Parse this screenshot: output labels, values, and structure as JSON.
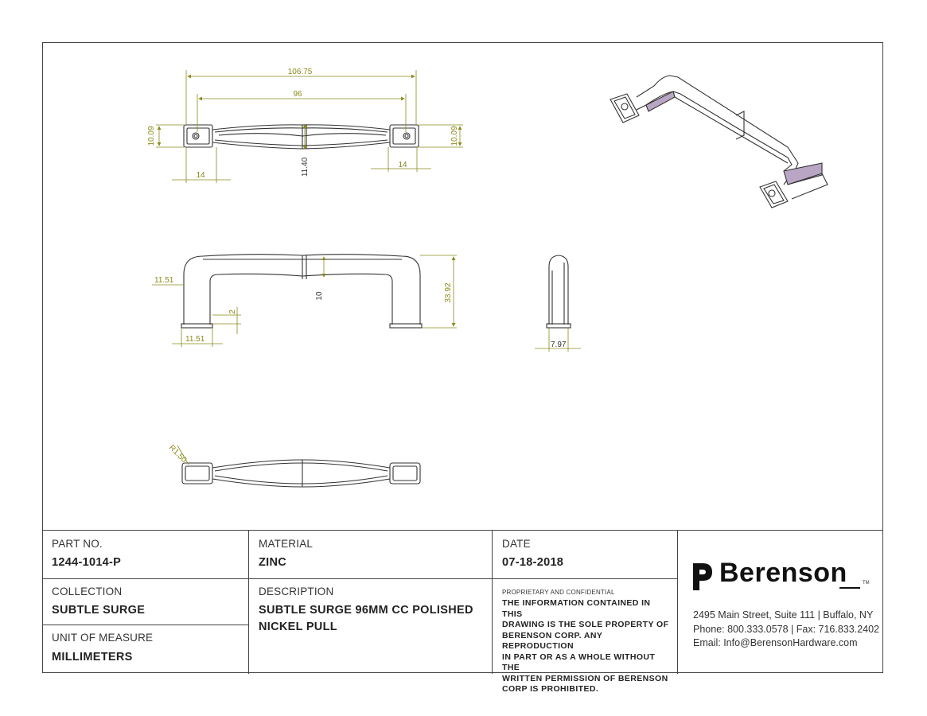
{
  "dimensions": {
    "top_overall_length": "106.75",
    "top_center_to_center": "96",
    "top_left_height": "10.09",
    "top_right_height": "10.09",
    "top_left_offset": "14",
    "top_right_offset": "14",
    "top_mid_width": "11.40",
    "front_foot_height": "11.51",
    "front_foot_width": "11.51",
    "front_step": "2",
    "front_mid": "10",
    "front_overall_height": "33.92",
    "side_width": "7.97",
    "bottom_radius": "R1.50"
  },
  "title_block": {
    "part_no": {
      "label": "PART NO.",
      "value": "1244-1014-P"
    },
    "collection": {
      "label": "COLLECTION",
      "value": "SUBTLE SURGE"
    },
    "unit_of_measure": {
      "label": "UNIT OF MEASURE",
      "value": "MILLIMETERS"
    },
    "material": {
      "label": "MATERIAL",
      "value": "ZINC"
    },
    "description": {
      "label": "DESCRIPTION",
      "line1": "SUBTLE SURGE 96MM CC POLISHED",
      "line2": "NICKEL PULL"
    },
    "date": {
      "label": "DATE",
      "value": "07-18-2018"
    },
    "confidential": {
      "heading": "PROPRIETARY AND CONFIDENTIAL",
      "lines": [
        "THE INFORMATION CONTAINED IN THIS",
        "DRAWING IS THE SOLE PROPERTY OF",
        "BERENSON CORP. ANY REPRODUCTION",
        "IN PART OR AS A WHOLE WITHOUT THE",
        "WRITTEN PERMISSION OF BERENSON",
        "CORP IS PROHIBITED."
      ]
    },
    "company": {
      "name": "Berenson",
      "trademark": "TM",
      "address": "2495 Main Street, Suite 111 | Buffalo, NY",
      "phone_fax": "Phone: 800.333.0578 | Fax: 716.833.2402",
      "email": "Email: Info@BerensonHardware.com"
    }
  },
  "colors": {
    "dimension": "#8a8a1a",
    "outline": "#333333",
    "frame": "#444444",
    "accent_purple": "#b9a6c4"
  }
}
